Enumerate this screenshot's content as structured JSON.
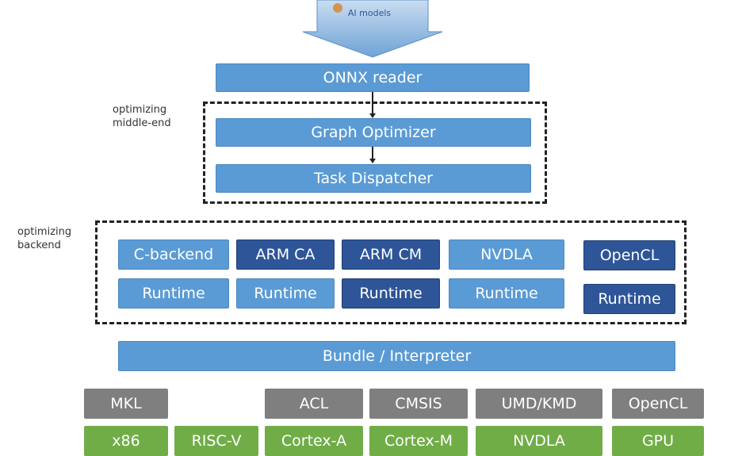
{
  "input": {
    "label": "AI models"
  },
  "pipeline": {
    "reader": "ONNX reader",
    "middle_label": [
      "optimizing",
      "middle-end"
    ],
    "graph_optimizer": "Graph Optimizer",
    "task_dispatcher": "Task Dispatcher"
  },
  "backend": {
    "label": [
      "optimizing",
      "backend"
    ],
    "columns": [
      {
        "name": "C-backend",
        "runtime": "Runtime",
        "style": "light"
      },
      {
        "name": "ARM CA",
        "runtime": "Runtime",
        "style": "dark-top"
      },
      {
        "name": "ARM CM",
        "runtime": "Runtime",
        "style": "dark"
      },
      {
        "name": "NVDLA",
        "runtime": "Runtime",
        "style": "light"
      },
      {
        "name": "OpenCL",
        "runtime": "Runtime",
        "style": "dark"
      }
    ]
  },
  "bundle": "Bundle / Interpreter",
  "libraries": [
    "MKL",
    "ACL",
    "CMSIS",
    "UMD/KMD",
    "OpenCL"
  ],
  "hardware": [
    "x86",
    "RISC-V",
    "Cortex-A",
    "Cortex-M",
    "NVDLA",
    "GPU"
  ],
  "colors": {
    "light_blue": "#5b9bd5",
    "dark_blue": "#2e5597",
    "gray": "#7f7f7f",
    "green": "#70ad47"
  }
}
